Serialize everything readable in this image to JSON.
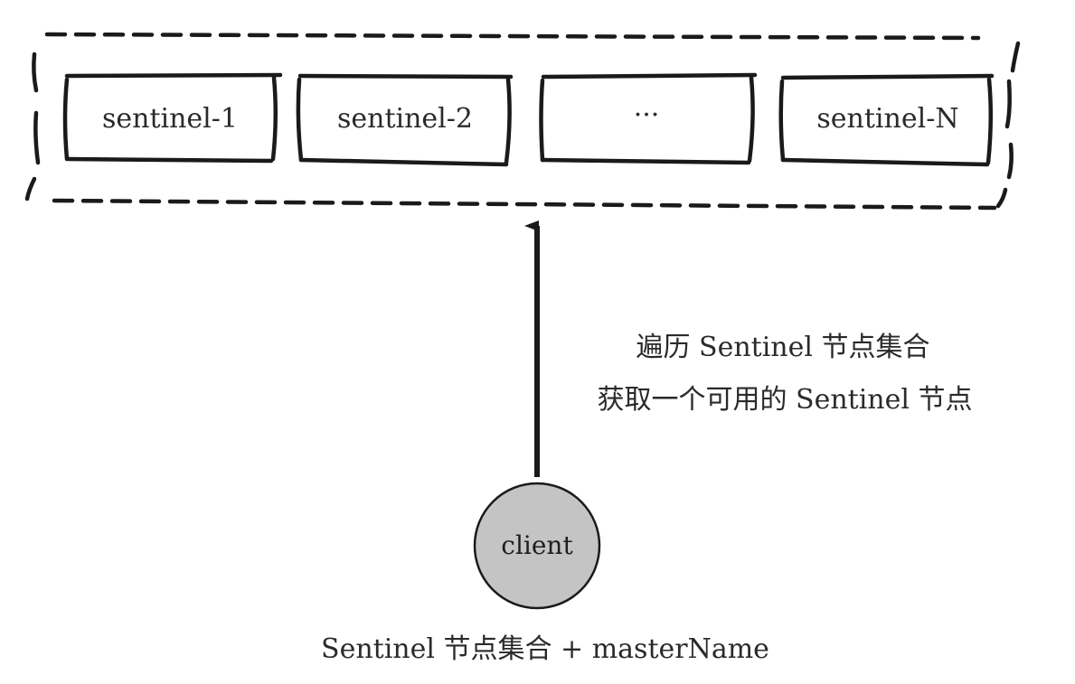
{
  "sentinels": [
    "sentinel-1",
    "sentinel-2",
    "···",
    "sentinel-N"
  ],
  "arrow_note": [
    "遍历 Sentinel 节点集合",
    "获取一个可用的 Sentinel 节点"
  ],
  "client": {
    "label": "client",
    "caption": "Sentinel 节点集合 + masterName"
  },
  "colors": {
    "ink": "#1a1a1a",
    "client_fill": "#c4c4c4"
  }
}
